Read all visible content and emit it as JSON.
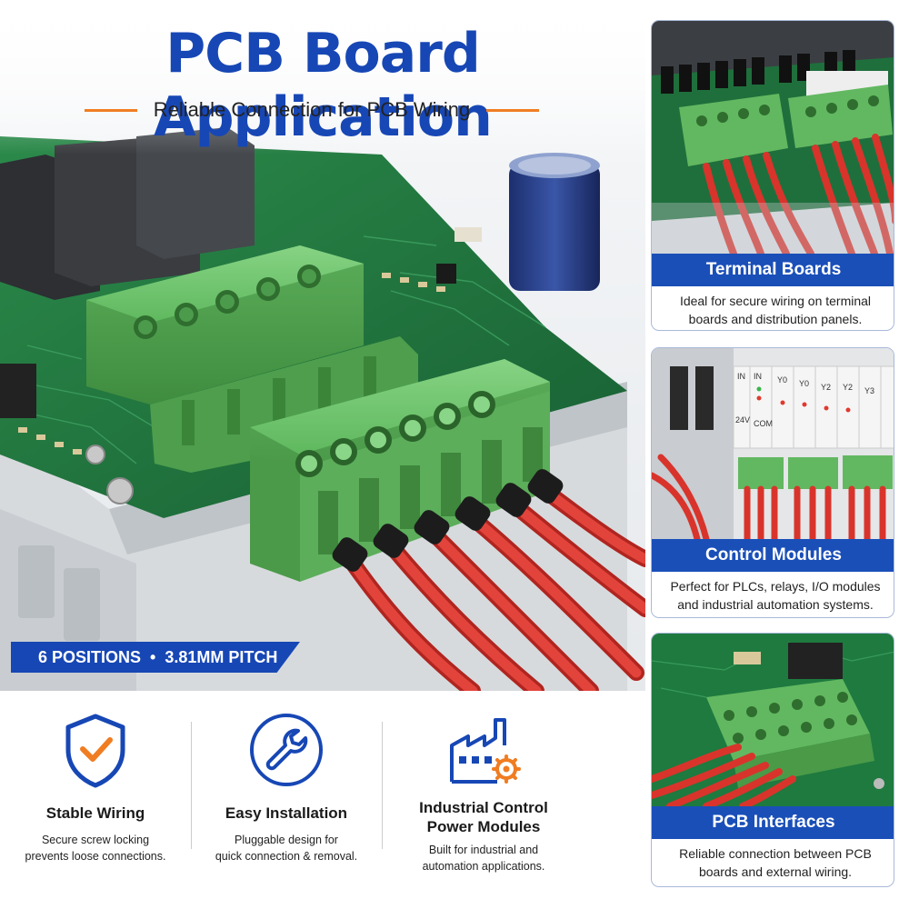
{
  "title": "PCB Board Application",
  "subtitle": "Reliable Connection for PCB Wiring",
  "badge": {
    "part1": "6 POSITIONS",
    "separator": "•",
    "part2": "3.81MM PITCH"
  },
  "features": [
    {
      "icon": "shield-check-icon",
      "title": "Stable Wiring",
      "desc_line1": "Secure screw locking",
      "desc_line2": "prevents loose connections."
    },
    {
      "icon": "wrench-icon",
      "title": "Easy Installation",
      "desc_line1": "Pluggable design for",
      "desc_line2": "quick connection & removal."
    },
    {
      "icon": "factory-gear-icon",
      "title_line1": "Industrial Control",
      "title_line2": "Power Modules",
      "desc_line1": "Built for industrial and",
      "desc_line2": "automation applications."
    }
  ],
  "panels": [
    {
      "title": "Terminal Boards",
      "desc_line1": "Ideal for secure wiring on terminal",
      "desc_line2": "boards and distribution panels."
    },
    {
      "title": "Control Modules",
      "desc_line1": "Perfect for PLCs, relays, I/O modules",
      "desc_line2": "and industrial automation systems."
    },
    {
      "title": "PCB Interfaces",
      "desc_line1": "Reliable connection between PCB",
      "desc_line2": "boards and external wiring."
    }
  ],
  "plc_labels": [
    "IN",
    "IN",
    "Y0",
    "Y0",
    "Y2",
    "Y2",
    "Y3",
    "24V",
    "COM"
  ],
  "colors": {
    "brand_blue": "#1747b5",
    "accent_orange": "#f07d22",
    "terminal_green": "#6cc46a",
    "wire_red": "#d8342c",
    "pcb_green": "#1f7a3e"
  }
}
